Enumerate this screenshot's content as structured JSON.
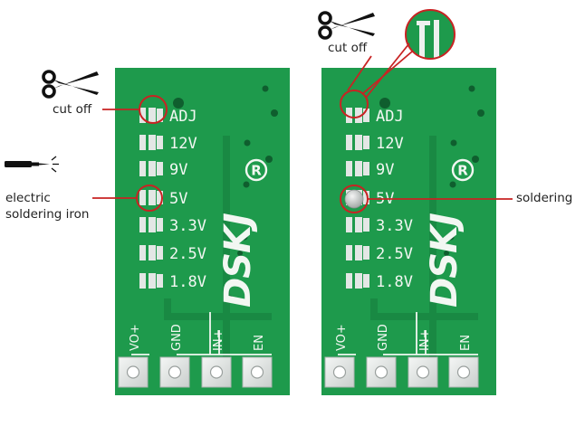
{
  "left_board": {
    "voltage_labels": [
      "ADJ",
      "12V",
      "9V",
      "5V",
      "3.3V",
      "2.5V",
      "1.8V"
    ],
    "pin_labels": [
      "VO+",
      "GND",
      "IN+",
      "EN"
    ],
    "brand": "DSKJ",
    "registered_mark": "R"
  },
  "right_board": {
    "voltage_labels": [
      "ADJ",
      "12V",
      "9V",
      "5V",
      "3.3V",
      "2.5V",
      "1.8V"
    ],
    "pin_labels": [
      "VO+",
      "GND",
      "IN+",
      "EN"
    ],
    "brand": "DSKJ",
    "registered_mark": "R"
  },
  "annotations": {
    "left_cut": "cut off",
    "left_iron_line1": "electric",
    "left_iron_line2": "soldering iron",
    "right_cut": "cut off",
    "right_solder": "soldering"
  },
  "icons": [
    "scissors-icon",
    "soldering-iron-icon"
  ],
  "colors": {
    "pcb": "#1e9a4c",
    "pcb_dark": "#167c3c",
    "silkscreen": "#f2f7f2",
    "pad": "#e3e7e5",
    "callout": "#c82323"
  }
}
